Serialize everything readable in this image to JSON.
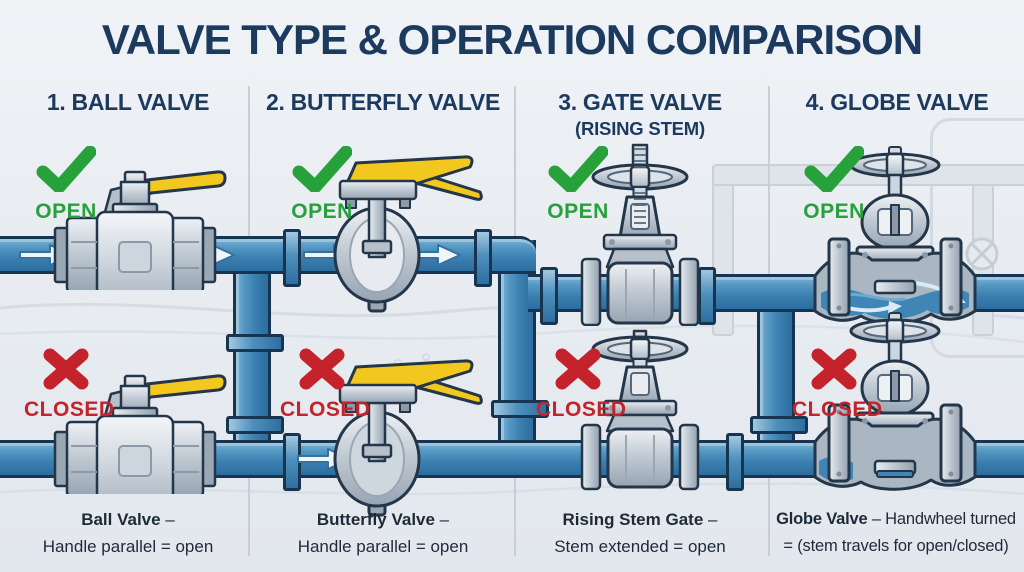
{
  "title": "VALVE TYPE & OPERATION COMPARISON",
  "columns": [
    {
      "header": "1. BALL VALVE",
      "subheader": "",
      "open_label": "OPEN",
      "closed_label": "CLOSED",
      "caption": {
        "bold": "Ball Valve",
        "rest": " –",
        "line2": "Handle parallel = open"
      }
    },
    {
      "header": "2. BUTTERFLY VALVE",
      "subheader": "",
      "open_label": "OPEN",
      "closed_label": "CLOSED",
      "caption": {
        "bold": "Butterfly Valve",
        "rest": " –",
        "line2": "Handle parallel = open"
      }
    },
    {
      "header": "3. GATE VALVE",
      "subheader": "(RISING STEM)",
      "open_label": "OPEN",
      "closed_label": "CLOSED",
      "caption": {
        "bold": "Rising Stem Gate",
        "rest": " –",
        "line2": "Stem extended = open"
      }
    },
    {
      "header": "4. GLOBE VALVE",
      "subheader": "",
      "open_label": "OPEN",
      "closed_label": "CLOSED",
      "caption": {
        "bold": "Globe Valve",
        "rest": " – Handwheel turned",
        "line2": "= (stem travels for open/closed)"
      }
    }
  ],
  "colors": {
    "title_navy": "#1c3a5e",
    "open_green": "#27a13a",
    "closed_red": "#c4232b",
    "pipe_blue": "#3a7fb0",
    "pipe_outline": "#173550",
    "handle_yellow": "#f3c81e",
    "metal_gray": "#c2cbd4",
    "background": "#e9edf2"
  }
}
